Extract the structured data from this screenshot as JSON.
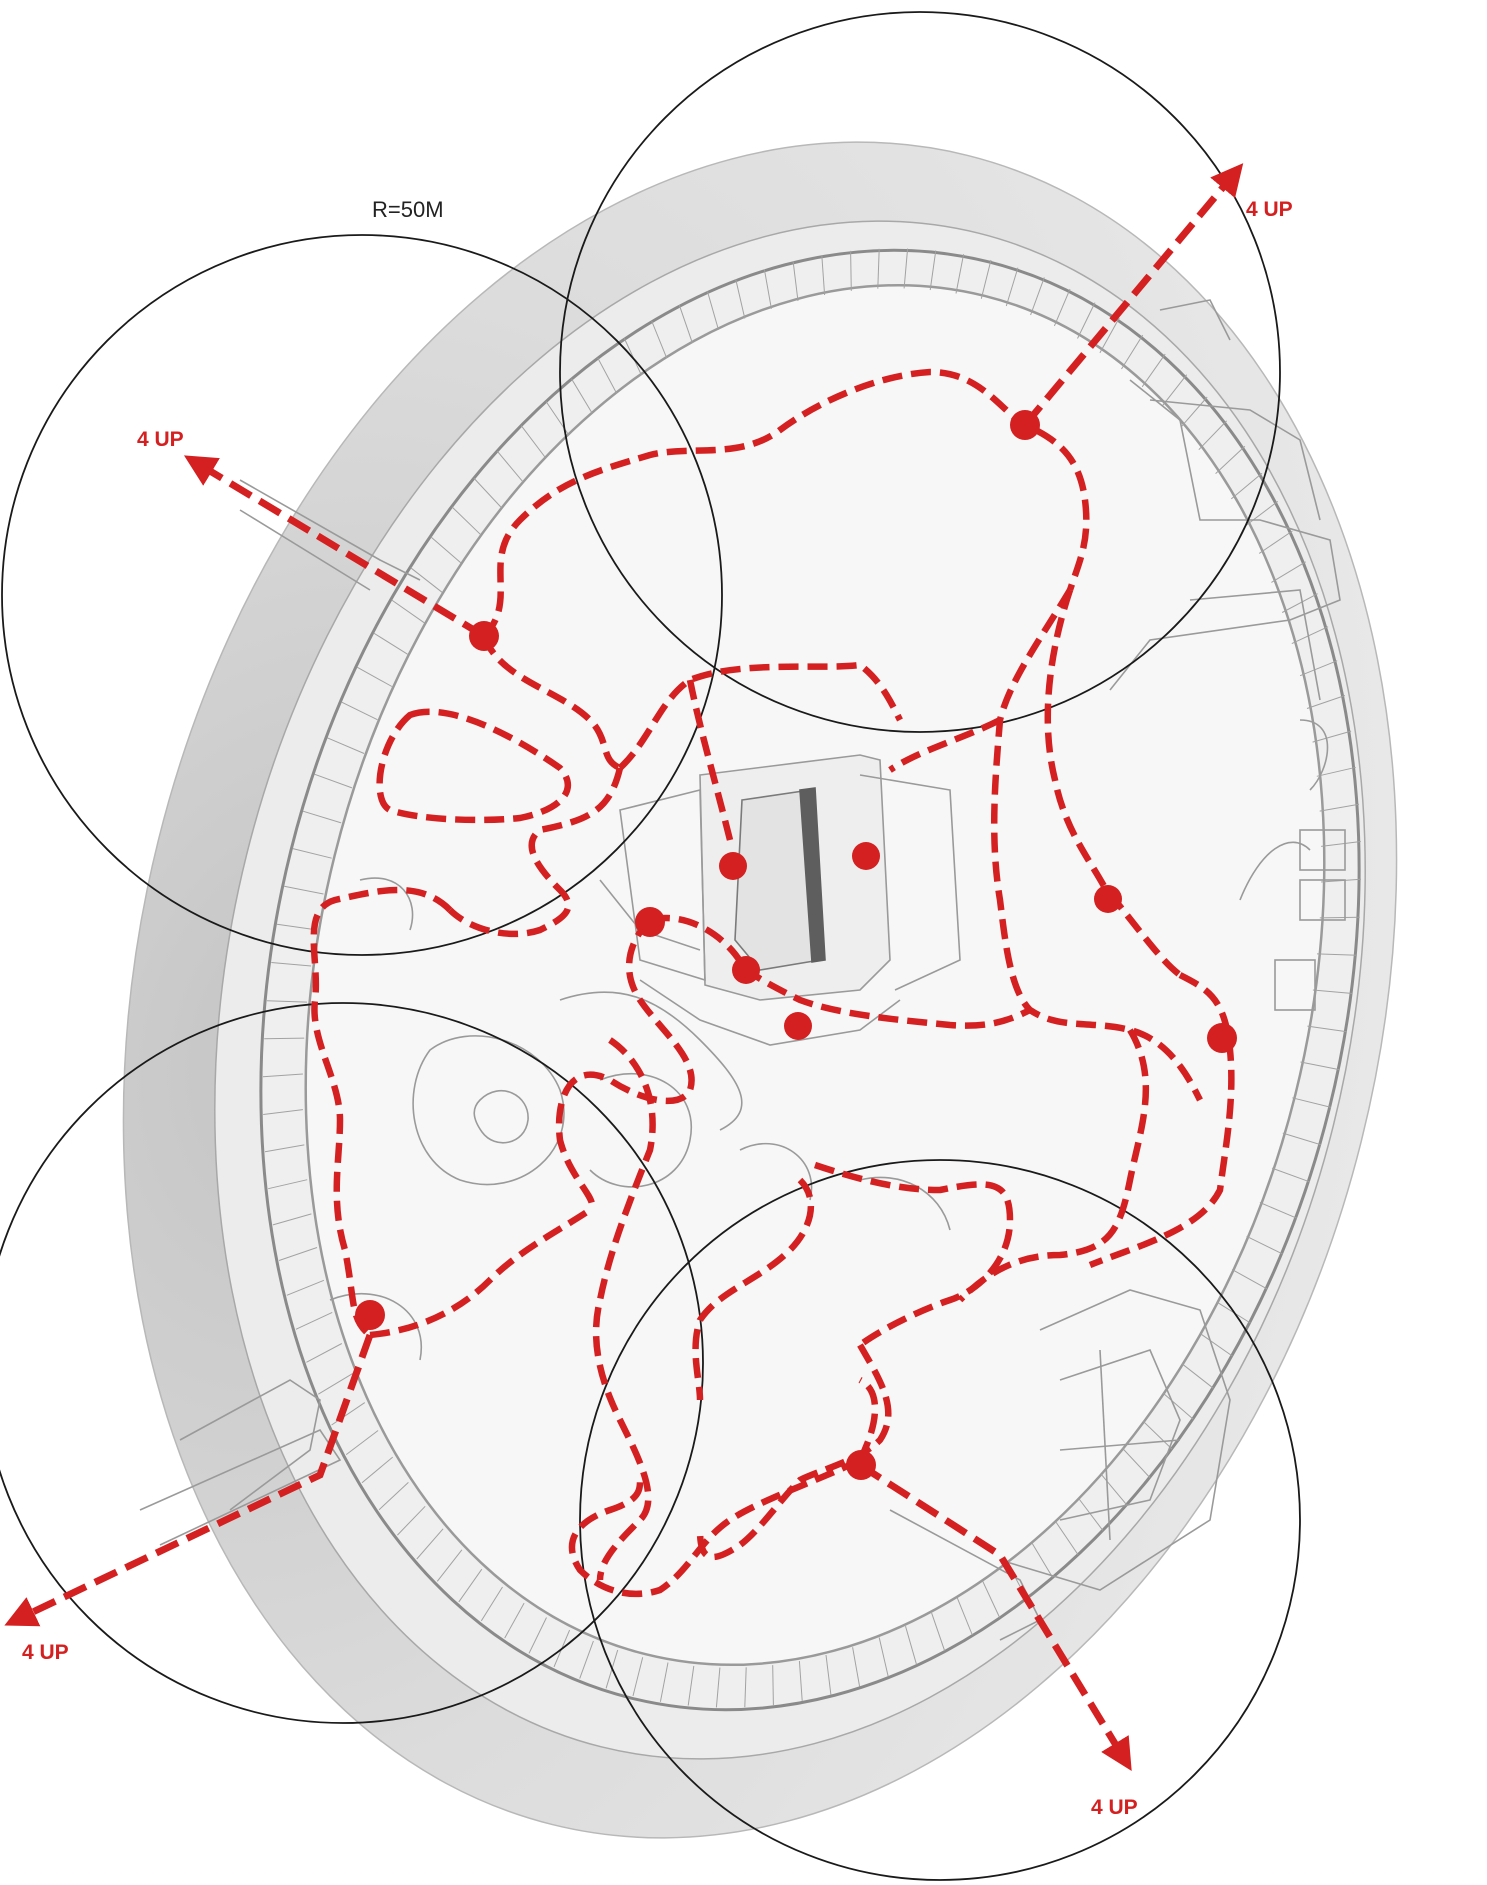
{
  "diagram": {
    "radius_label": "R=50M",
    "exits": [
      {
        "label": "4 UP"
      },
      {
        "label": "4 UP"
      },
      {
        "label": "4 UP"
      },
      {
        "label": "4 UP"
      }
    ],
    "colors": {
      "route": "#d42020",
      "circle_stroke": "#1a1a1a",
      "plan_line": "#9a9a9a",
      "ground_shade": "#e2e2e2",
      "floor": "#f6f6f6"
    }
  }
}
